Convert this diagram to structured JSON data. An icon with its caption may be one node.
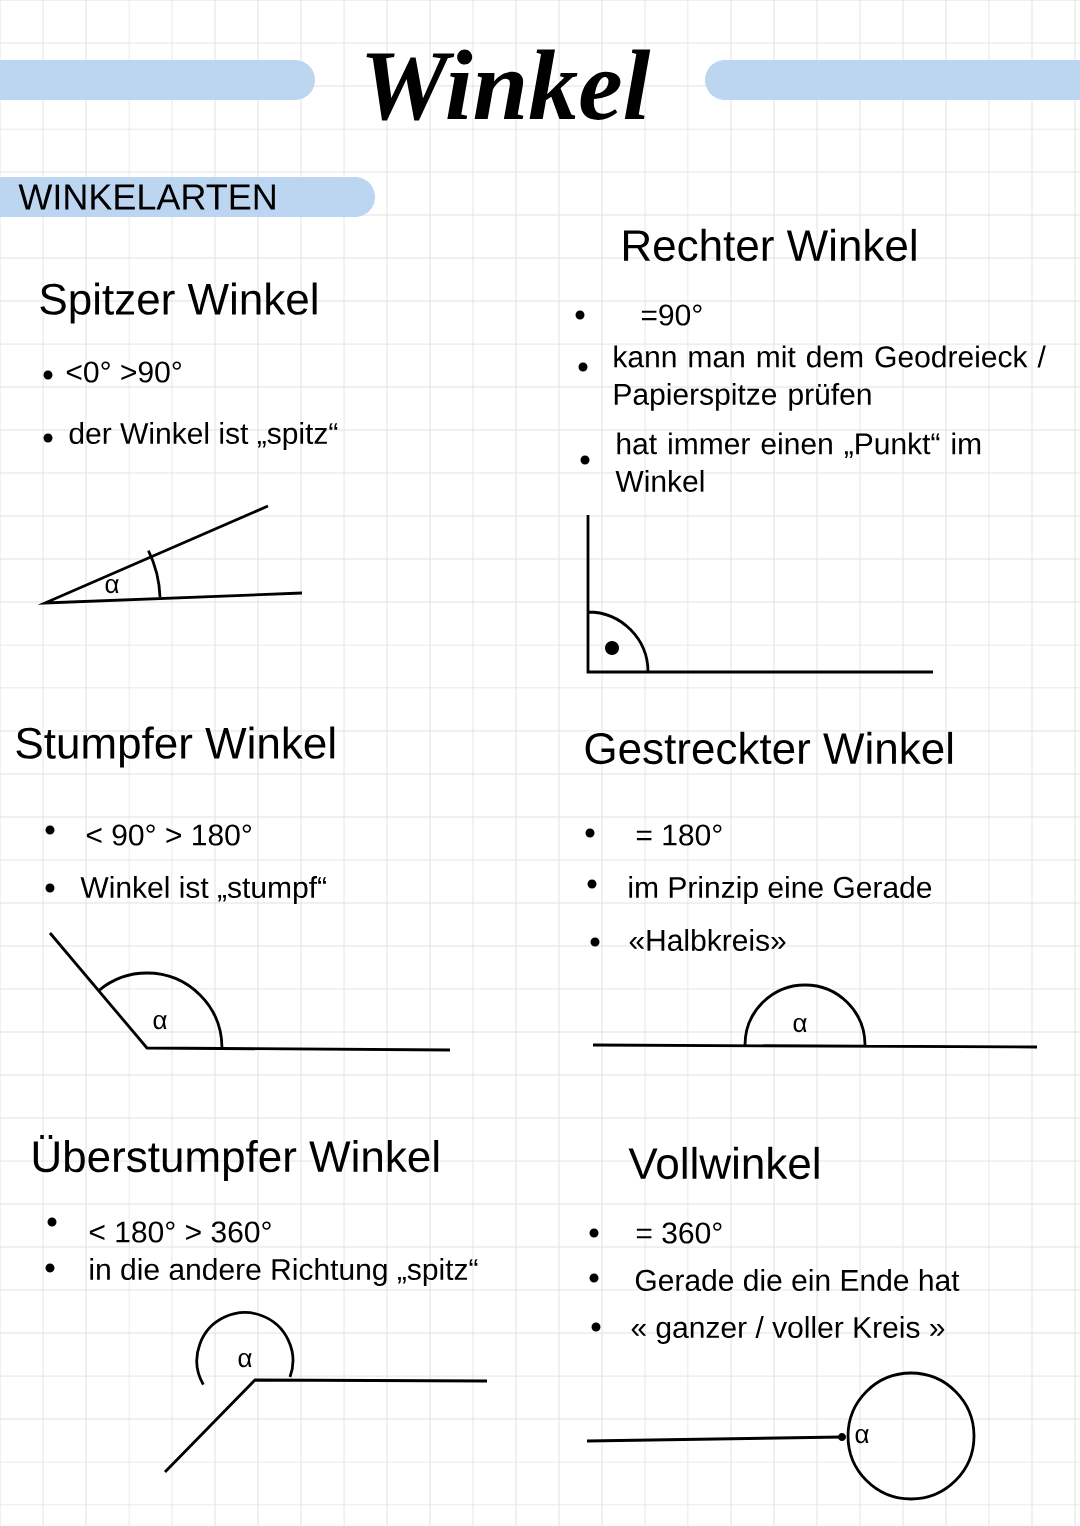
{
  "diagram": {
    "title": "Winkel",
    "labels": [
      "WINKELARTEN",
      "Spitzer Winkel",
      "<0° >90°",
      "der Winkel ist „spitz“",
      "α",
      "Rechter Winkel",
      "=90°",
      "kann man mit dem Geodreieck / Papierspitze prüfen",
      "hat immer einen „Punkt“ im Winkel",
      "Stumpfer Winkel",
      "< 90° > 180°",
      "Winkel ist „stumpf“",
      "α",
      "Gestreckter Winkel",
      "= 180°",
      "im Prinzip eine Gerade",
      "«Halbkreis»",
      "α",
      "Überstumpfer Winkel",
      "< 180° > 360°",
      "in die andere Richtung „spitz“",
      "α",
      "Vollwinkel",
      "= 360°",
      "Gerade die ein Ende hat",
      "« ganzer / voller Kreis »",
      "α"
    ]
  }
}
